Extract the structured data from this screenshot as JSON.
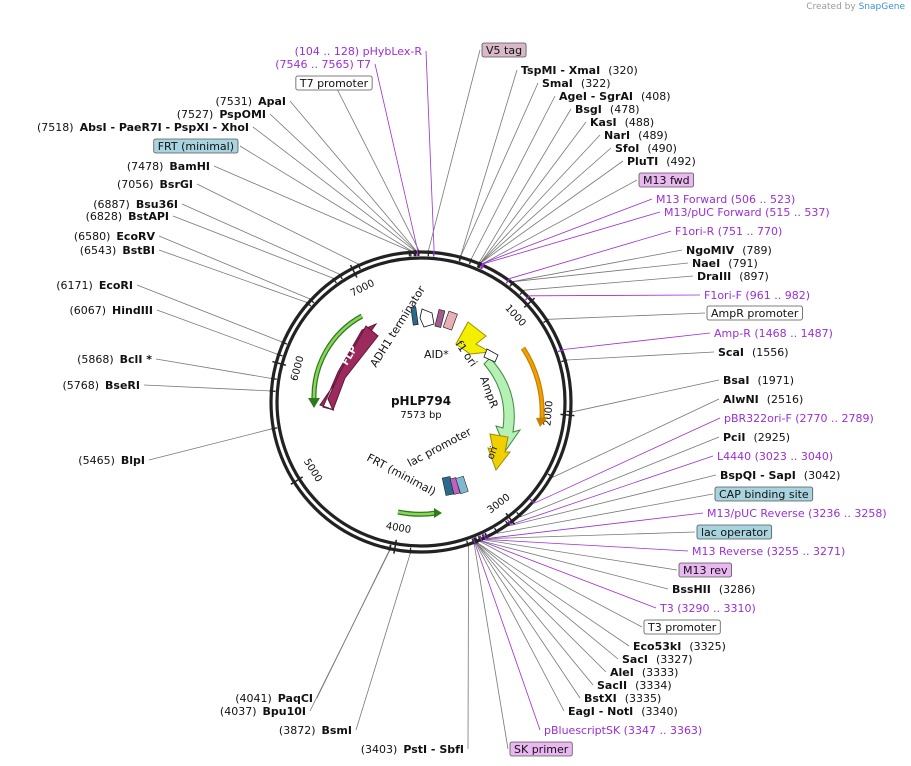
{
  "credit": {
    "prefix": "Created by",
    "brand": "SnapGene"
  },
  "plasmid": {
    "name": "pHLP794",
    "size_label": "7573 bp",
    "length": 7573
  },
  "colors": {
    "enzyme": "#111111",
    "primer": "#9a2fd6",
    "flp": "#9c2a5d",
    "adh1": "#2d7a1d",
    "ampr": "#b5f0b5",
    "f1ori": "#f2f000",
    "ori": "#f0d000",
    "aid": "#f0a000",
    "frt": "#4d9b2a"
  },
  "ticks": [
    "1000",
    "2000",
    "3000",
    "4000",
    "5000",
    "6000",
    "7000"
  ],
  "features": [
    {
      "label": "FLP"
    },
    {
      "label": "ADH1 terminator"
    },
    {
      "label": "f1 ori"
    },
    {
      "label": "AmpR"
    },
    {
      "label": "ori"
    },
    {
      "label": "AID*"
    },
    {
      "label": "lac promoter"
    },
    {
      "label": "FRT (minimal)"
    }
  ],
  "labels": [
    {
      "kind": "primer",
      "text": "(104 .. 128)  pHybLex-R"
    },
    {
      "kind": "primer",
      "text": "(7546 .. 7565)  T7"
    },
    {
      "kind": "boxed",
      "text": "V5 tag"
    },
    {
      "kind": "boxed",
      "text": "T7 promoter"
    },
    {
      "kind": "enzyme",
      "pos": "(320)",
      "name": "TspMI  - XmaI"
    },
    {
      "kind": "enzyme",
      "pos": "(322)",
      "name": "SmaI"
    },
    {
      "kind": "enzyme",
      "pos": "(408)",
      "name": "AgeI  - SgrAI"
    },
    {
      "kind": "enzyme",
      "pos": "(478)",
      "name": "BsgI"
    },
    {
      "kind": "enzyme",
      "pos": "(488)",
      "name": "KasI"
    },
    {
      "kind": "enzyme",
      "pos": "(489)",
      "name": "NarI"
    },
    {
      "kind": "enzyme",
      "pos": "(490)",
      "name": "SfoI"
    },
    {
      "kind": "enzyme",
      "pos": "(492)",
      "name": "PluTI"
    },
    {
      "kind": "boxed",
      "text": "M13 fwd"
    },
    {
      "kind": "primer",
      "text": "M13 Forward    (506 .. 523)"
    },
    {
      "kind": "primer",
      "text": "M13/pUC Forward    (515 .. 537)"
    },
    {
      "kind": "primer",
      "text": "F1ori-R    (751 .. 770)"
    },
    {
      "kind": "enzyme",
      "pos": "(789)",
      "name": "NgoMIV"
    },
    {
      "kind": "enzyme",
      "pos": "(791)",
      "name": "NaeI"
    },
    {
      "kind": "enzyme",
      "pos": "(897)",
      "name": "DraIII"
    },
    {
      "kind": "primer",
      "text": "F1ori-F    (961 .. 982)"
    },
    {
      "kind": "boxed",
      "text": "AmpR promoter"
    },
    {
      "kind": "primer",
      "text": "Amp-R    (1468 .. 1487)"
    },
    {
      "kind": "enzyme",
      "pos": "(1556)",
      "name": "ScaI"
    },
    {
      "kind": "enzyme",
      "pos": "(1971)",
      "name": "BsaI"
    },
    {
      "kind": "enzyme",
      "pos": "(2516)",
      "name": "AlwNI"
    },
    {
      "kind": "primer",
      "text": "pBR322ori-F    (2770 .. 2789)"
    },
    {
      "kind": "enzyme",
      "pos": "(2925)",
      "name": "PciI"
    },
    {
      "kind": "primer",
      "text": "L4440    (3023 .. 3040)"
    },
    {
      "kind": "enzyme",
      "pos": "(3042)",
      "name": "BspQI  - SapI"
    },
    {
      "kind": "boxed",
      "text": "CAP binding site"
    },
    {
      "kind": "primer",
      "text": "M13/pUC Reverse    (3236 .. 3258)"
    },
    {
      "kind": "boxed",
      "text": "lac operator"
    },
    {
      "kind": "primer",
      "text": "M13 Reverse    (3255 .. 3271)"
    },
    {
      "kind": "boxed",
      "text": "M13 rev"
    },
    {
      "kind": "enzyme",
      "pos": "(3286)",
      "name": "BssHII"
    },
    {
      "kind": "primer",
      "text": "T3    (3290 .. 3310)"
    },
    {
      "kind": "boxed",
      "text": "T3 promoter"
    },
    {
      "kind": "enzyme",
      "pos": "(3325)",
      "name": "Eco53kI"
    },
    {
      "kind": "enzyme",
      "pos": "(3327)",
      "name": "SacI"
    },
    {
      "kind": "enzyme",
      "pos": "(3333)",
      "name": "AleI"
    },
    {
      "kind": "enzyme",
      "pos": "(3334)",
      "name": "SacII"
    },
    {
      "kind": "enzyme",
      "pos": "(3335)",
      "name": "BstXI"
    },
    {
      "kind": "enzyme",
      "pos": "(3340)",
      "name": "EagI  - NotI"
    },
    {
      "kind": "primer",
      "text": "pBluescriptSK    (3347 .. 3363)"
    },
    {
      "kind": "boxed",
      "text": "SK primer"
    },
    {
      "kind": "enzyme",
      "pos": "(3403)",
      "name": "PstI  - SbfI"
    },
    {
      "kind": "enzyme",
      "pos": "(3872)",
      "name": "BsmI"
    },
    {
      "kind": "enzyme",
      "pos": "(4037)",
      "name": "Bpu10I"
    },
    {
      "kind": "enzyme",
      "pos": "(4041)",
      "name": "PaqCI"
    },
    {
      "kind": "enzyme",
      "pos": "(5465)",
      "name": "BlpI"
    },
    {
      "kind": "enzyme",
      "pos": "(5768)",
      "name": "BseRI"
    },
    {
      "kind": "enzyme",
      "pos": "(5868)",
      "name": "BclI *"
    },
    {
      "kind": "enzyme",
      "pos": "(6067)",
      "name": "HindIII"
    },
    {
      "kind": "enzyme",
      "pos": "(6171)",
      "name": "EcoRI"
    },
    {
      "kind": "enzyme",
      "pos": "(6543)",
      "name": "BstBI"
    },
    {
      "kind": "enzyme",
      "pos": "(6580)",
      "name": "EcoRV"
    },
    {
      "kind": "enzyme",
      "pos": "(6828)",
      "name": "BstAPI"
    },
    {
      "kind": "enzyme",
      "pos": "(6887)",
      "name": "Bsu36I"
    },
    {
      "kind": "enzyme",
      "pos": "(7056)",
      "name": "BsrGI"
    },
    {
      "kind": "enzyme",
      "pos": "(7478)",
      "name": "BamHI"
    },
    {
      "kind": "boxed",
      "text": "FRT (minimal)"
    },
    {
      "kind": "enzyme",
      "pos": "(7518)",
      "name": "AbsI   - PaeR7I   - PspXI  - XhoI"
    },
    {
      "kind": "enzyme",
      "pos": "(7527)",
      "name": "PspOMI"
    },
    {
      "kind": "enzyme",
      "pos": "(7531)",
      "name": "ApaI"
    }
  ]
}
